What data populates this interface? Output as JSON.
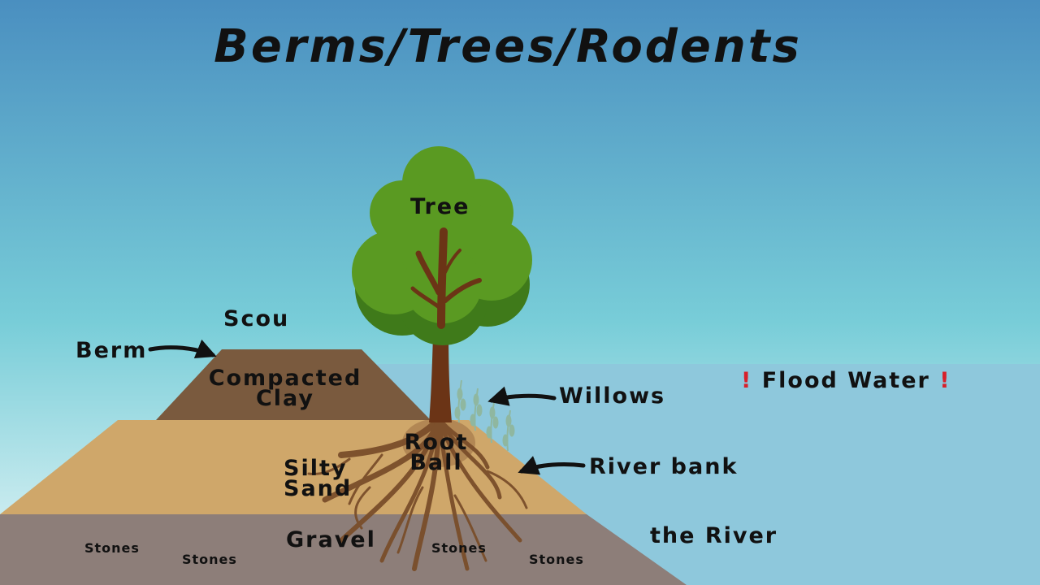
{
  "title": "Berms/Trees/Rodents",
  "labels": {
    "tree": "Tree",
    "scou": "Scou",
    "berm": "Berm",
    "compacted_clay_line1": "Compacted",
    "compacted_clay_line2": "Clay",
    "willows": "Willows",
    "flood_water": "Flood Water",
    "flood_mark": "!",
    "root_ball_line1": "Root",
    "root_ball_line2": "Ball",
    "silty_sand_line1": "Silty",
    "silty_sand_line2": "Sand",
    "river_bank": "River bank",
    "gravel": "Gravel",
    "the_river": "the River",
    "stones": "Stones"
  },
  "colors": {
    "sky_top": "#4a8fc0",
    "sky_bottom": "#dff3f6",
    "water": "#8ec8dc",
    "clay": "#7a5a3e",
    "sand": "#cfa76a",
    "gravel": "#8d7e79",
    "trunk": "#6b3416",
    "roots": "#7a4e2a",
    "foliage_light": "#5a9a22",
    "foliage_dark": "#3f7a1a",
    "willow": "#8fb7a0",
    "arrow": "#111111",
    "exclaim": "#d8202a"
  }
}
